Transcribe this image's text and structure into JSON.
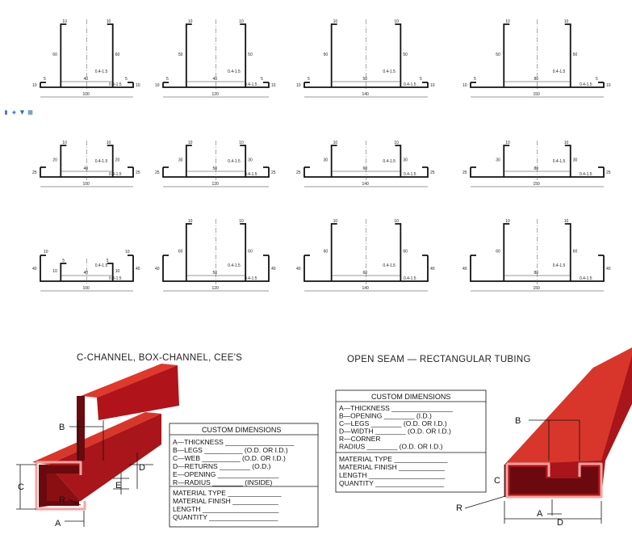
{
  "icons": [
    "id-icon",
    "share-icon",
    "shirt-icon",
    "grid-icon"
  ],
  "profiles": [
    {
      "top_a": "10",
      "top_b": "10",
      "height_l": "60",
      "height_r": "60",
      "inner_w": "40",
      "flange_l": "5",
      "flange_r": "5",
      "thk": "0.4-1.5",
      "side_l": "10",
      "side_r": "10",
      "base": "100"
    },
    {
      "top_a": "10",
      "top_b": "10",
      "height_l": "50",
      "height_r": "50",
      "inner_w": "40",
      "flange_l": "5",
      "flange_r": "5",
      "thk": "0.4-1.5",
      "side_l": "10",
      "side_r": "10",
      "base": "120"
    },
    {
      "top_a": "10",
      "top_b": "10",
      "height_l": "50",
      "height_r": "50",
      "inner_w": "50",
      "flange_l": "5",
      "flange_r": "5",
      "thk": "0.4-1.5",
      "side_l": "10",
      "side_r": "10",
      "base": "140"
    },
    {
      "top_a": "10",
      "top_b": "10",
      "height_l": "50",
      "height_r": "50",
      "inner_w": "80",
      "flange_l": "5",
      "flange_r": "5",
      "thk": "0.4-1.5",
      "side_l": "10",
      "side_r": "10",
      "base": "150"
    },
    {
      "top_a": "10",
      "top_b": "10",
      "height_l": "20",
      "height_r": "20",
      "inner_w": "40",
      "flange_l": "",
      "flange_r": "",
      "thk": "0.4-1.5",
      "side_l": "25",
      "side_r": "25",
      "base": "100"
    },
    {
      "top_a": "10",
      "top_b": "10",
      "height_l": "30",
      "height_r": "30",
      "inner_w": "50",
      "flange_l": "",
      "flange_r": "",
      "thk": "0.4-1.5",
      "side_l": "25",
      "side_r": "25",
      "base": "120"
    },
    {
      "top_a": "10",
      "top_b": "10",
      "height_l": "30",
      "height_r": "30",
      "inner_w": "60",
      "flange_l": "",
      "flange_r": "",
      "thk": "0.4-1.5",
      "side_l": "25",
      "side_r": "25",
      "base": "140"
    },
    {
      "top_a": "10",
      "top_b": "10",
      "height_l": "30",
      "height_r": "30",
      "inner_w": "80",
      "flange_l": "",
      "flange_r": "",
      "thk": "0.4-1.5",
      "side_l": "25",
      "side_r": "25",
      "base": "150"
    },
    {
      "top_a": "5",
      "top_b": "5",
      "height_l": "10",
      "height_r": "10",
      "inner_w": "40",
      "flange_l": "10",
      "flange_r": "10",
      "thk": "0.4-1.5",
      "side_l": "40",
      "side_r": "40",
      "base": "100"
    },
    {
      "top_a": "10",
      "top_b": "10",
      "height_l": "60",
      "height_r": "60",
      "inner_w": "50",
      "flange_l": "",
      "flange_r": "",
      "thk": "0.4-1.5",
      "side_l": "40",
      "side_r": "40",
      "base": "120"
    },
    {
      "top_a": "10",
      "top_b": "10",
      "height_l": "60",
      "height_r": "60",
      "inner_w": "60",
      "flange_l": "",
      "flange_r": "",
      "thk": "0.4-1.5",
      "side_l": "40",
      "side_r": "40",
      "base": "140"
    },
    {
      "top_a": "10",
      "top_b": "10",
      "height_l": "60",
      "height_r": "60",
      "inner_w": "80",
      "flange_l": "",
      "flange_r": "",
      "thk": "0.4-1.5",
      "side_l": "40",
      "side_r": "40",
      "base": "150"
    }
  ],
  "left_panel": {
    "title": "C-CHANNEL, BOX-CHANNEL, CEE'S",
    "letters": {
      "a": "A",
      "b": "B",
      "c": "C",
      "d": "D",
      "e": "E",
      "r": "R"
    },
    "table_title": "CUSTOM DIMENSIONS",
    "lines": [
      "A—THICKNESS __________________",
      "B—LEGS __________ (O.D. OR I.D.)",
      "C—WEB __________ (O.D. OR I.D.)",
      "D—RETURNS ________ (O.D.)",
      "E—OPENING ________________",
      "R—RADIUS ________ (INSIDE)"
    ],
    "extra": [
      "MATERIAL TYPE ______________",
      "MATERIAL FINISH ____________",
      "LENGTH ____________________",
      "QUANTITY __________________"
    ]
  },
  "right_panel": {
    "title": "OPEN SEAM — RECTANGULAR TUBING",
    "letters": {
      "a": "A",
      "b": "B",
      "c": "C",
      "d": "D",
      "r": "R"
    },
    "table_title": "CUSTOM DIMENSIONS",
    "lines": [
      "A—THICKNESS ________________",
      "B—OPENING ________ (I.D.)",
      "C—LEGS ________ (O.D. OR I.D.)",
      "D—WIDTH ________ (O.D. OR I.D.)",
      "R—CORNER",
      "   RADIUS ________ (O.D. OR I.D.)"
    ],
    "extra": [
      "MATERIAL TYPE ______________",
      "MATERIAL FINISH ____________",
      "LENGTH ____________________",
      "QUANTITY __________________"
    ]
  },
  "colors": {
    "steel_red": "#b0141a",
    "steel_dark": "#6a0a0e",
    "steel_light": "#e0392c",
    "glow": "#f7a3a0"
  }
}
